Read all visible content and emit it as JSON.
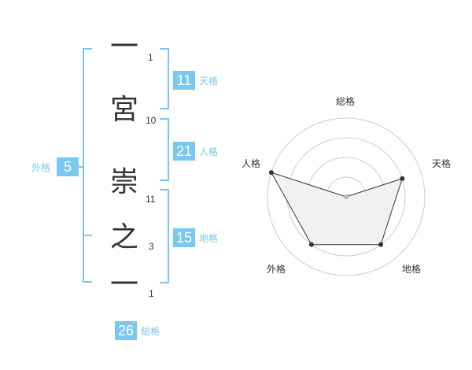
{
  "colors": {
    "accent": "#7ac8f0",
    "text": "#333333",
    "grid": "#cccccc",
    "fill": "#eeeeee"
  },
  "name": {
    "characters": [
      {
        "char": "一",
        "strokes": "1"
      },
      {
        "char": "宮",
        "strokes": "10"
      },
      {
        "char": "崇",
        "strokes": "11"
      },
      {
        "char": "之",
        "strokes": "3"
      },
      {
        "char": "一",
        "strokes": "1"
      }
    ]
  },
  "fortune": {
    "tenkaku": {
      "label": "天格",
      "value": "11"
    },
    "jinkaku": {
      "label": "人格",
      "value": "21"
    },
    "chikaku": {
      "label": "地格",
      "value": "15"
    },
    "gaikaku": {
      "label": "外格",
      "value": "5"
    },
    "soukaku": {
      "label": "総格",
      "value": "26"
    }
  },
  "chart_data": {
    "type": "radar",
    "axes": [
      "総格",
      "天格",
      "地格",
      "外格",
      "人格"
    ],
    "values": [
      1,
      4,
      4,
      4,
      5
    ],
    "max": 5,
    "rings": 4
  }
}
